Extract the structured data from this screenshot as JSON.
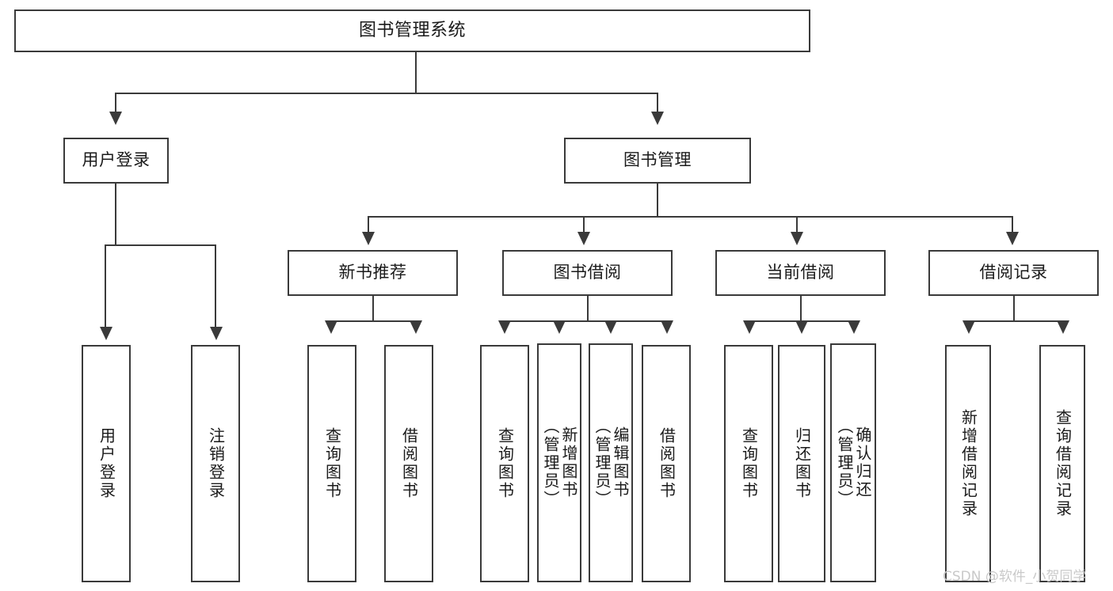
{
  "diagram": {
    "title": "图书管理系统",
    "type": "hierarchy-tree",
    "levels": 4,
    "colors": {
      "stroke": "#3a3a3a",
      "fill": "#ffffff",
      "text": "#1a1a1a",
      "watermark": "#c9c9c9",
      "background": "#ffffff"
    },
    "root": {
      "label": "图书管理系统"
    },
    "level2": [
      {
        "label": "用户登录"
      },
      {
        "label": "图书管理"
      }
    ],
    "level3": [
      {
        "label": "新书推荐"
      },
      {
        "label": "图书借阅"
      },
      {
        "label": "当前借阅"
      },
      {
        "label": "借阅记录"
      }
    ],
    "leaves": {
      "user_login": [
        {
          "label": "用户登录"
        },
        {
          "label": "注销登录"
        }
      ],
      "new_book_recommend": [
        {
          "label": "查询图书"
        },
        {
          "label": "借阅图书"
        }
      ],
      "book_borrow": [
        {
          "label": "查询图书"
        },
        {
          "label": "新增图书\n（管理员）"
        },
        {
          "label": "编辑图书\n（管理员）"
        },
        {
          "label": "借阅图书"
        }
      ],
      "current_borrow": [
        {
          "label": "查询图书"
        },
        {
          "label": "归还图书"
        },
        {
          "label": "确认归还\n（管理员）"
        }
      ],
      "borrow_record": [
        {
          "label": "新增借阅记录"
        },
        {
          "label": "查询借阅记录"
        }
      ]
    }
  },
  "watermark": {
    "text": "CSDN @软件_小贺同学"
  }
}
